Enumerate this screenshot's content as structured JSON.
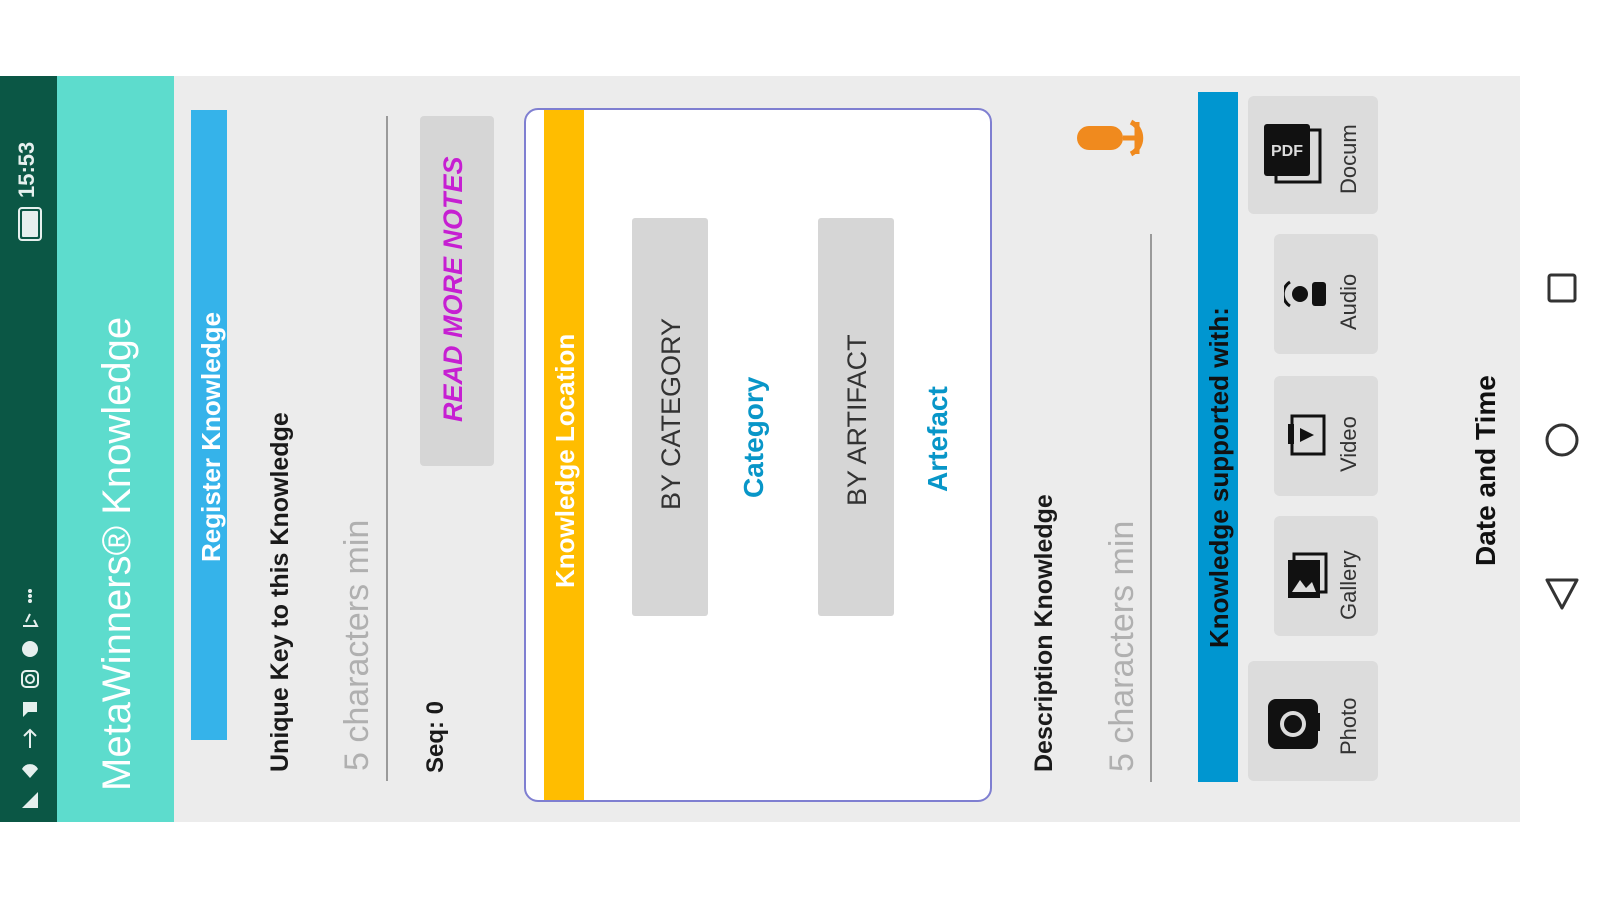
{
  "status": {
    "time": "15:53"
  },
  "app": {
    "title": "MetaWinners® Knowledge"
  },
  "register": {
    "label": "Register Knowledge"
  },
  "unique_key": {
    "label": "Unique Key to this Knowledge",
    "placeholder": "5 characters min"
  },
  "seq": {
    "label": "Seq: 0"
  },
  "read_more": {
    "label": "READ MORE NOTES"
  },
  "location": {
    "header": "Knowledge Location",
    "by_category": "BY CATEGORY",
    "category_value": "Category",
    "by_artifact": "BY ARTIFACT",
    "artifact_value": "Artefact"
  },
  "description": {
    "label": "Description Knowledge",
    "placeholder": "5 characters min"
  },
  "supported": {
    "header": "Knowledge supported with:",
    "items": [
      {
        "label": "Photo",
        "icon": "camera-icon"
      },
      {
        "label": "Gallery",
        "icon": "gallery-icon"
      },
      {
        "label": "Video",
        "icon": "video-icon"
      },
      {
        "label": "Audio",
        "icon": "audio-icon"
      },
      {
        "label": "Docum",
        "icon": "pdf-document-icon"
      }
    ]
  },
  "date_time": {
    "label": "Date and Time"
  },
  "colors": {
    "status_bar": "#0b5745",
    "app_bar": "#5ddccd",
    "register_bar": "#35b3ea",
    "location_bar": "#ffbd00",
    "supported_bar": "#0096d0",
    "read_more": "#c61fd2",
    "link_blue": "#0896c8",
    "mic": "#f08a1e"
  }
}
